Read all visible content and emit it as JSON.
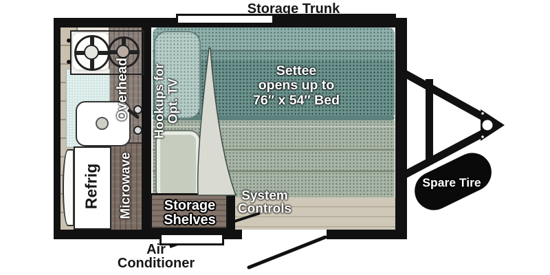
{
  "floorplan": {
    "title": "travel trailer floor plan",
    "storage_trunk_label": "Storage Trunk",
    "settee_label": "Settee\nopens up to\n76″ x 54″ Bed",
    "hookups_label": "Hookups for\nOpt. TV",
    "overhead_label": "Overhead",
    "microwave_label": "Microwave",
    "refrig_label": "Refrig",
    "storage_shelves_label": "Storage\nShelves",
    "system_controls_label": "System\nControls",
    "air_conditioner_label": "Air\nConditioner",
    "spare_tire_label": "Spare Tire"
  },
  "colors": {
    "wall_black": "#111111",
    "settee_teal": "#6d938e",
    "settee_backrest": "#8fb0ab",
    "bed_platform_green": "#a9b5a7",
    "floor_tan": "#cfc8b8",
    "overhead_wood": "#8a7f79",
    "microwave_wood": "#7b6d64",
    "shelf_wood": "#82746a",
    "counter_blue": "#d4e7e4",
    "steps_tan": "#c9c0ae",
    "label_white": "#ffffff",
    "label_black": "#161616"
  }
}
